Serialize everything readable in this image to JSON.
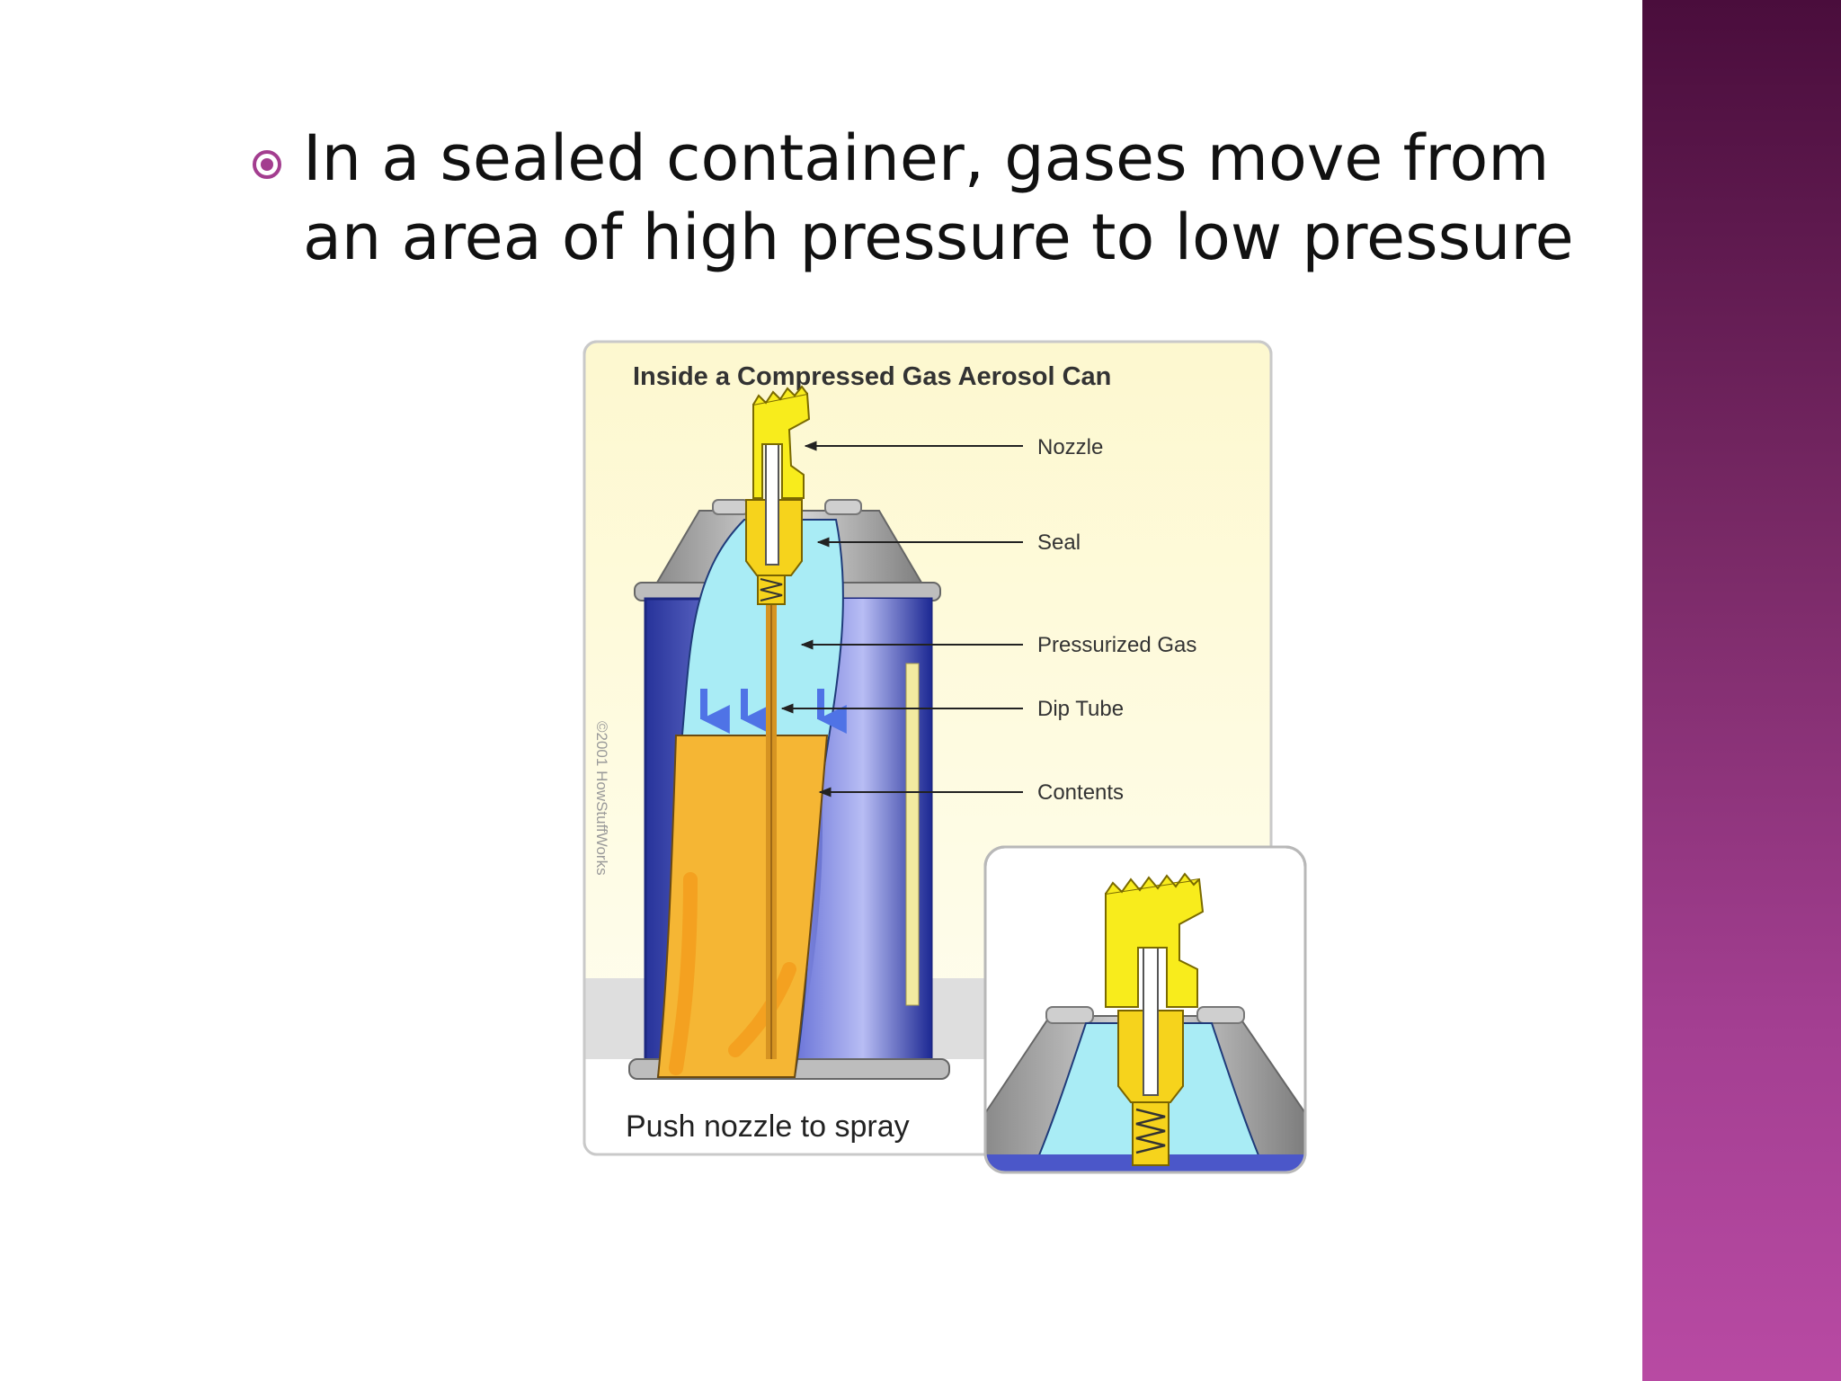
{
  "slide": {
    "bullet_text": "In a sealed container, gases move from an area of high pressure to low pressure"
  },
  "diagram": {
    "title": "Inside a Compressed Gas Aerosol Can",
    "labels": {
      "nozzle": "Nozzle",
      "seal": "Seal",
      "pressurized_gas": "Pressurized Gas",
      "dip_tube": "Dip Tube",
      "contents": "Contents"
    },
    "caption": "Push nozzle to spray",
    "copyright": "©2001 HowStuffWorks"
  },
  "colors": {
    "accent": "#a33d8f",
    "panel_bg": "#fdf9d6",
    "gas": "#9fe8f2",
    "contents": "#f6b93a",
    "can_blue": "#3a49b8",
    "nozzle_yellow": "#f4e619",
    "metal_gray": "#a6a6a6"
  }
}
